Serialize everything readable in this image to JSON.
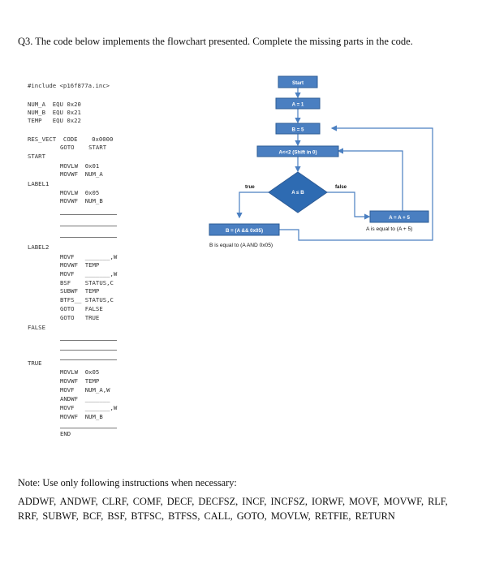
{
  "question": "Q3. The code below implements the flowchart presented. Complete the missing parts in the code.",
  "code": {
    "include": "#include <p16f877a.inc>",
    "num_a": "NUM_A  EQU 0x20",
    "num_b": "NUM_B  EQU 0x21",
    "temp": "TEMP   EQU 0x22",
    "res_vect": "RES_VECT  CODE    0x0000",
    "goto_start": "GOTO    START",
    "start_label": "START",
    "movlw1": "MOVLW  0x01",
    "movwf1": "MOVWF  NUM_A",
    "label1": "LABEL1",
    "movlw5": "MOVLW  0x05",
    "movwf_b": "MOVWF  NUM_B",
    "label2": "LABEL2",
    "l2_movf1": "MOVF   _______,W",
    "l2_movwf": "MOVWF  TEMP",
    "l2_movf2": "MOVF   _______,W",
    "l2_bsf": "BSF    STATUS,C",
    "l2_subwf": "SUBWF  TEMP",
    "l2_btfs": "BTFS__ STATUS,C",
    "l2_goto_false": "GOTO   FALSE",
    "l2_goto_true": "GOTO   TRUE",
    "false_label": "FALSE",
    "true_label": "TRUE",
    "t_movlw": "MOVLW  0x05",
    "t_movwf": "MOVWF  TEMP",
    "t_movf": "MOVF   NUM_A,W",
    "t_andwf": "ANDWF  _______",
    "t_movf2": "MOVF   _______,W",
    "t_movwf2": "MOVWF  NUM_B",
    "end": "END"
  },
  "flowchart": {
    "start": "Start",
    "a1": "A = 1",
    "b5": "B = 5",
    "shift": "A<<2 (Shift in 0)",
    "decision": "A ≤ B",
    "true_label": "true",
    "false_label": "false",
    "b_box": "B = (A && 0x05)",
    "a_box": "A = A + 5",
    "b_desc": "B is equal to (A AND 0x05)",
    "a_desc": "A is equal to (A + 5)",
    "colors": {
      "box": "#4a7fc1",
      "border": "#2e5c96",
      "arrow": "#4a7fc1"
    }
  },
  "note": "Note: Use only following instructions when necessary:",
  "instructions": "ADDWF, ANDWF, CLRF, COMF, DECF, DECFSZ, INCF, INCFSZ, IORWF, MOVF, MOVWF, RLF, RRF, SUBWF, BCF, BSF, BTFSC, BTFSS, CALL, GOTO, MOVLW, RETFIE, RETURN"
}
